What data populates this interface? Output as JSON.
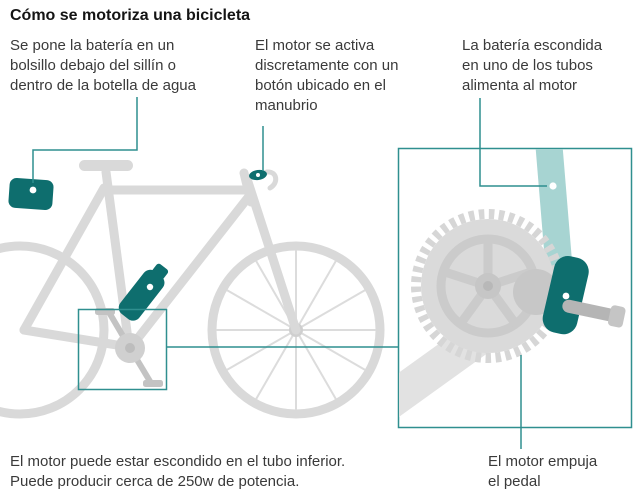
{
  "title": "Cómo se motoriza una bicicleta",
  "annotations": {
    "saddle_battery": "Se pone la batería en un\nbolsillo debajo del sillín o\ndentro de la botella de agua",
    "handlebar_button": "El motor se activa\ndiscretamente con un\nbotón ubicado en el\nmanubrio",
    "tube_battery": "La batería escondida\nen uno de los tubos\nalimenta al motor",
    "hidden_motor": "El motor puede estar escondido en el tubo inferior.\nPuede producir cerca de 250w de potencia.",
    "motor_pedal": "El motor empuja\nel pedal"
  },
  "colors": {
    "accent_teal": "#0e6e6e",
    "light_teal": "#a7d4d2",
    "line_teal": "#2f8f8f",
    "bike_gray": "#d9d9d9",
    "text": "#333333"
  }
}
